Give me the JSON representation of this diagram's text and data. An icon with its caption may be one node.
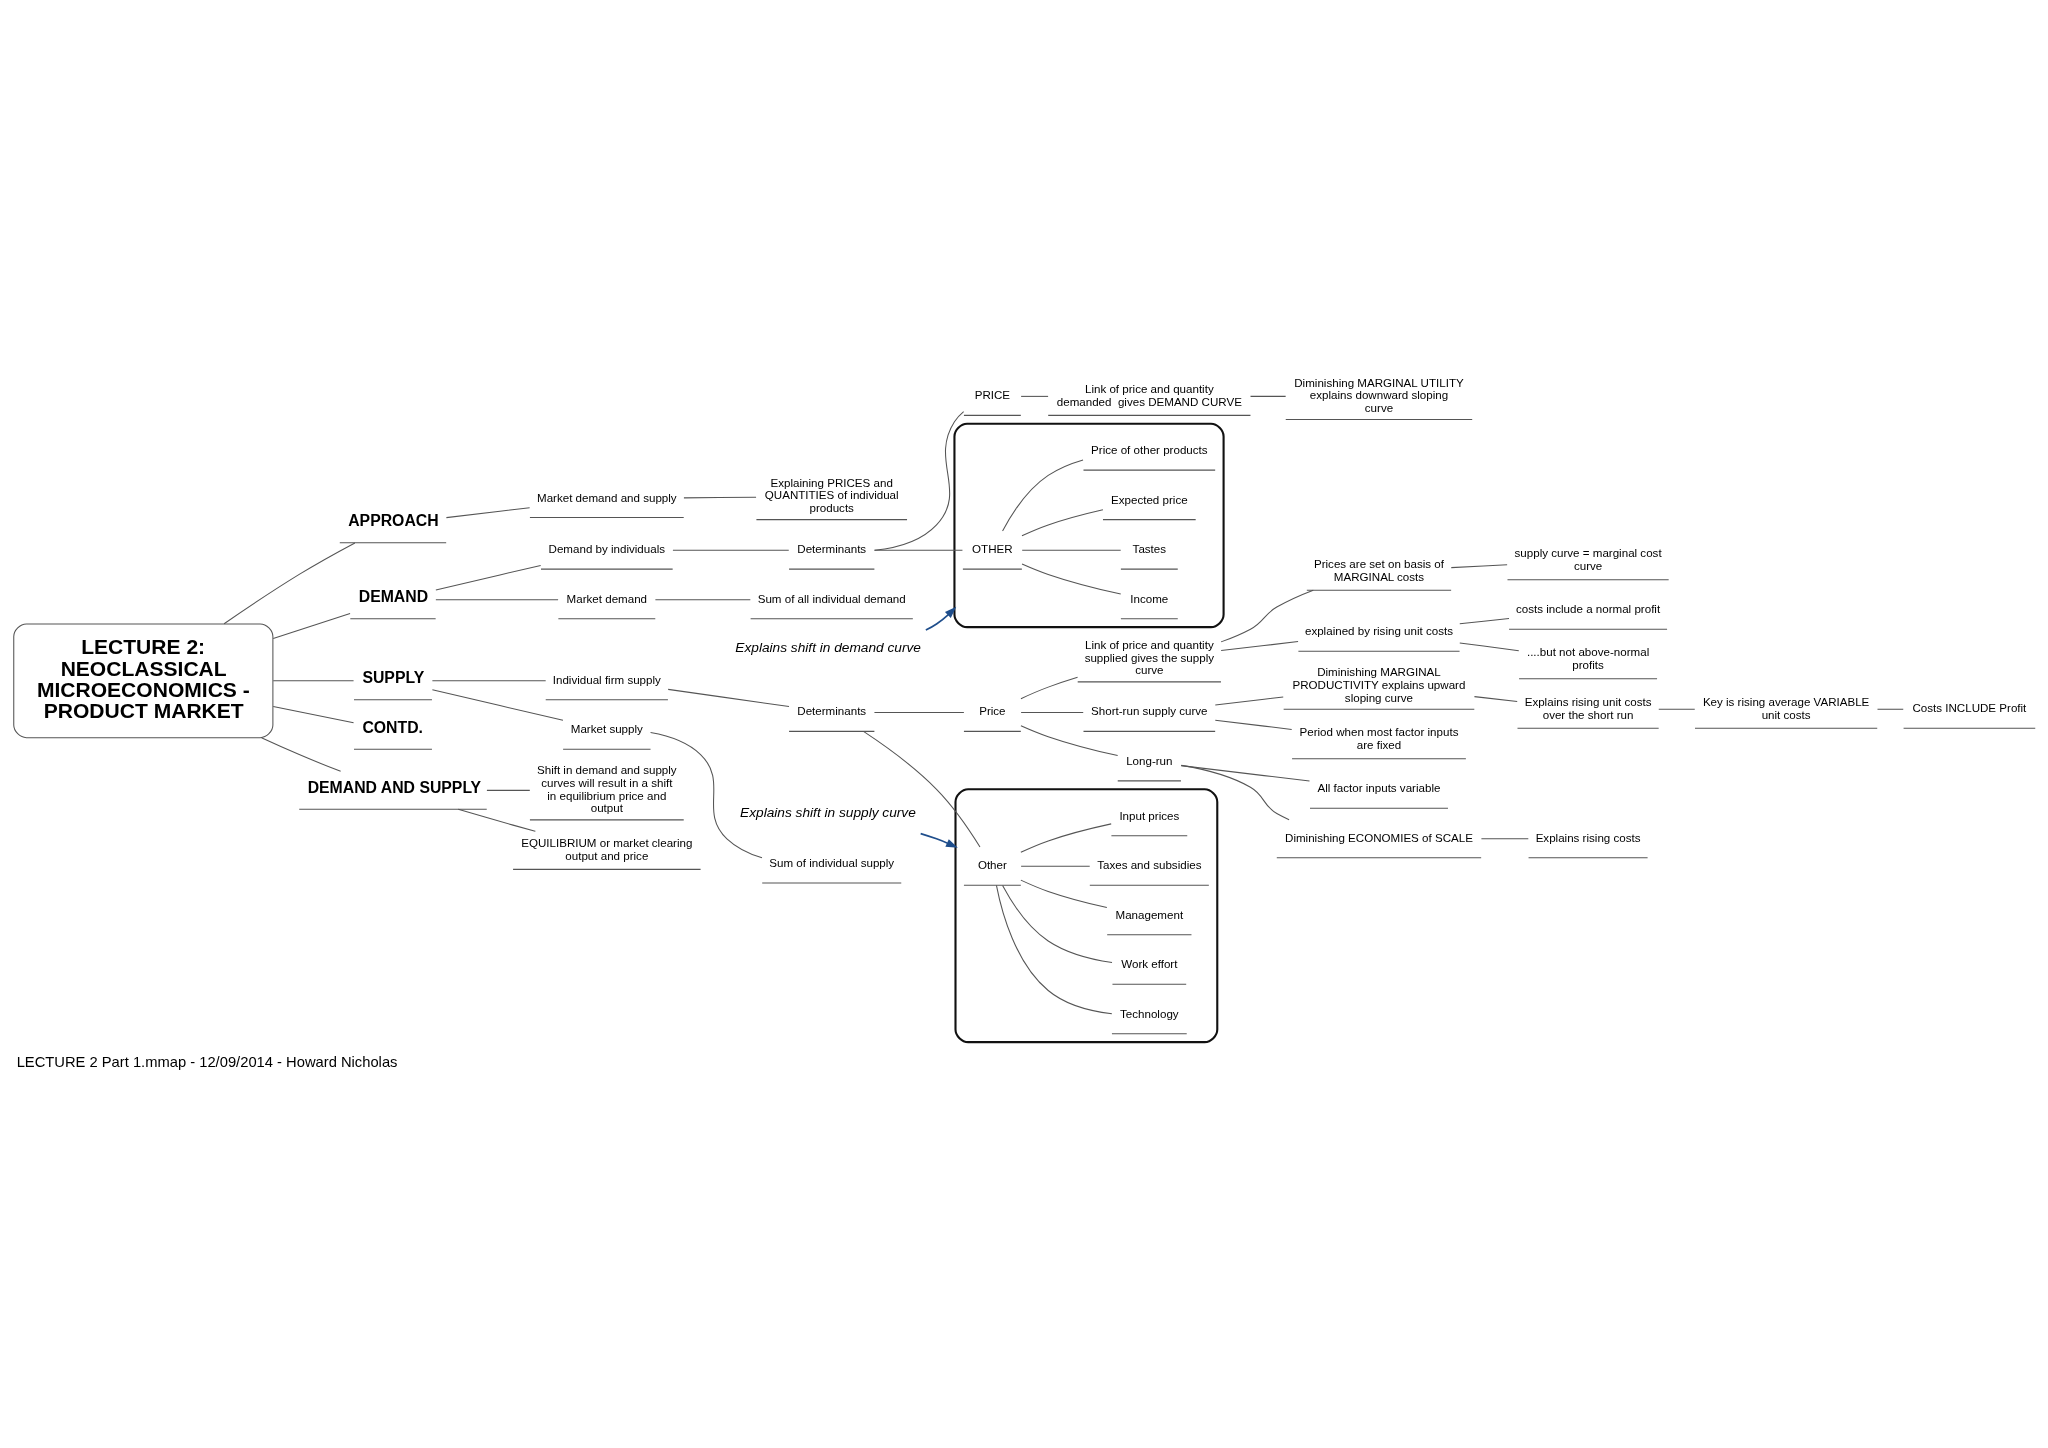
{
  "diagram": {
    "caption": "LECTURE 2 Part 1.mmap - 12/09/2014 - Howard Nicholas",
    "nodes": [
      {
        "text": [
          "LECTURE 2: NEOCLASSICAL MICROECONOMICS - PRODUCT MARKET"
        ]
      },
      {
        "text": [
          "APPROACH"
        ]
      },
      {
        "text": [
          "Market demand and supply"
        ]
      },
      {
        "text": [
          "Explaining PRICES and QUANTITIES of individual products"
        ]
      },
      {
        "text": [
          "DEMAND"
        ]
      },
      {
        "text": [
          "Market demand"
        ]
      },
      {
        "text": [
          "Sum of all individual demand"
        ]
      },
      {
        "text": [
          "Demand by individuals"
        ]
      },
      {
        "text": [
          "Determinants"
        ]
      },
      {
        "text": [
          "PRICE"
        ]
      },
      {
        "text": [
          "Link of price and quantity demanded  gives DEMAND CURVE"
        ]
      },
      {
        "text": [
          "Diminishing MARGINAL UTILITY explains downward sloping curve"
        ]
      },
      {
        "text": [],
        "shape": "box"
      },
      {
        "text": [
          "OTHER"
        ],
        "in": 12
      },
      {
        "text": [
          "Income"
        ],
        "in": 12
      },
      {
        "text": [
          "Tastes"
        ],
        "in": 12
      },
      {
        "text": [
          "Expected price"
        ],
        "in": 12
      },
      {
        "text": [
          "Price of other products"
        ],
        "in": 12
      },
      {
        "text": [
          "Explains shift in demand curve"
        ]
      },
      {
        "text": [
          "SUPPLY"
        ]
      },
      {
        "text": [
          "Market supply"
        ]
      },
      {
        "text": [
          "Sum of individual supply"
        ]
      },
      {
        "text": [
          "Individual firm supply"
        ]
      },
      {
        "text": [
          "Determinants"
        ]
      },
      {
        "text": [
          "Price"
        ]
      },
      {
        "text": [
          "Link of price and quantity supplied gives the supply curve"
        ]
      },
      {
        "text": [
          "explained by rising unit costs"
        ]
      },
      {
        "text": [
          "costs include a normal profit"
        ]
      },
      {
        "text": [
          "....but not above-normal profits"
        ]
      },
      {
        "text": [
          "Prices are set on basis of MARGINAL costs"
        ]
      },
      {
        "text": [
          "supply curve = marginal cost curve"
        ]
      },
      {
        "text": [
          "Short-run supply curve"
        ]
      },
      {
        "text": [
          "Period when most factor inputs are fixed"
        ]
      },
      {
        "text": [
          "Diminishing MARGINAL PRODUCTIVITY explains upward sloping curve"
        ]
      },
      {
        "text": [
          "Explains rising unit costs over the short run"
        ]
      },
      {
        "text": [
          "Key is rising average VARIABLE unit costs"
        ]
      },
      {
        "text": [
          "Costs INCLUDE Profit"
        ]
      },
      {
        "text": [
          "Long-run"
        ]
      },
      {
        "text": [
          "Diminishing ECONOMIES of SCALE"
        ]
      },
      {
        "text": [
          "Explains rising costs"
        ]
      },
      {
        "text": [
          "All factor inputs variable"
        ]
      },
      {
        "text": [],
        "shape": "box"
      },
      {
        "text": [
          "Other"
        ],
        "in": 41
      },
      {
        "text": [
          "Technology"
        ],
        "in": 41
      },
      {
        "text": [
          "Work effort"
        ],
        "in": 41
      },
      {
        "text": [
          "Management"
        ],
        "in": 41
      },
      {
        "text": [
          "Taxes and subsidies"
        ],
        "in": 41
      },
      {
        "text": [
          "Input prices"
        ],
        "in": 41
      },
      {
        "text": [
          "Explains shift in supply curve"
        ]
      },
      {
        "text": [
          "CONTD."
        ]
      },
      {
        "text": [
          "DEMAND AND SUPPLY"
        ]
      },
      {
        "text": [
          "EQUILIBRIUM or market clearing output and price"
        ]
      },
      {
        "text": [
          "Shift in demand and supply curves will result in a shift in equilibrium price and output"
        ]
      }
    ],
    "edges": [
      {
        "from": 0,
        "to": 1,
        "arrow": "none"
      },
      {
        "from": 1,
        "to": 2,
        "arrow": "none"
      },
      {
        "from": 2,
        "to": 3,
        "arrow": "none"
      },
      {
        "from": 0,
        "to": 4,
        "arrow": "none"
      },
      {
        "from": 4,
        "to": 5,
        "arrow": "none"
      },
      {
        "from": 5,
        "to": 6,
        "arrow": "none"
      },
      {
        "from": 4,
        "to": 7,
        "arrow": "none"
      },
      {
        "from": 7,
        "to": 8,
        "arrow": "none"
      },
      {
        "from": 8,
        "to": 9,
        "arrow": "none"
      },
      {
        "from": 9,
        "to": 10,
        "arrow": "none"
      },
      {
        "from": 10,
        "to": 11,
        "arrow": "none"
      },
      {
        "from": 8,
        "to": 13,
        "arrow": "none"
      },
      {
        "from": 13,
        "to": 14,
        "arrow": "none"
      },
      {
        "from": 13,
        "to": 15,
        "arrow": "none"
      },
      {
        "from": 13,
        "to": 16,
        "arrow": "none"
      },
      {
        "from": 13,
        "to": 17,
        "arrow": "none"
      },
      {
        "from": 18,
        "to": 12,
        "arrow": "to",
        "color": "#1f4e8c"
      },
      {
        "from": 0,
        "to": 19,
        "arrow": "none"
      },
      {
        "from": 19,
        "to": 20,
        "arrow": "none"
      },
      {
        "from": 20,
        "to": 21,
        "arrow": "none"
      },
      {
        "from": 19,
        "to": 22,
        "arrow": "none"
      },
      {
        "from": 22,
        "to": 23,
        "arrow": "none"
      },
      {
        "from": 23,
        "to": 24,
        "arrow": "none"
      },
      {
        "from": 24,
        "to": 25,
        "arrow": "none"
      },
      {
        "from": 25,
        "to": 26,
        "arrow": "none"
      },
      {
        "from": 26,
        "to": 27,
        "arrow": "none"
      },
      {
        "from": 26,
        "to": 28,
        "arrow": "none"
      },
      {
        "from": 25,
        "to": 29,
        "arrow": "none"
      },
      {
        "from": 29,
        "to": 30,
        "arrow": "none"
      },
      {
        "from": 24,
        "to": 31,
        "arrow": "none"
      },
      {
        "from": 31,
        "to": 32,
        "arrow": "none"
      },
      {
        "from": 31,
        "to": 33,
        "arrow": "none"
      },
      {
        "from": 33,
        "to": 34,
        "arrow": "none"
      },
      {
        "from": 34,
        "to": 35,
        "arrow": "none"
      },
      {
        "from": 35,
        "to": 36,
        "arrow": "none"
      },
      {
        "from": 24,
        "to": 37,
        "arrow": "none"
      },
      {
        "from": 37,
        "to": 38,
        "arrow": "none"
      },
      {
        "from": 38,
        "to": 39,
        "arrow": "none"
      },
      {
        "from": 37,
        "to": 40,
        "arrow": "none"
      },
      {
        "from": 23,
        "to": 42,
        "arrow": "none"
      },
      {
        "from": 42,
        "to": 43,
        "arrow": "none"
      },
      {
        "from": 42,
        "to": 44,
        "arrow": "none"
      },
      {
        "from": 42,
        "to": 45,
        "arrow": "none"
      },
      {
        "from": 42,
        "to": 46,
        "arrow": "none"
      },
      {
        "from": 42,
        "to": 47,
        "arrow": "none"
      },
      {
        "from": 48,
        "to": 41,
        "arrow": "to",
        "color": "#1f4e8c"
      },
      {
        "from": 0,
        "to": 49,
        "arrow": "none"
      },
      {
        "from": 0,
        "to": 50,
        "arrow": "none"
      },
      {
        "from": 50,
        "to": 51,
        "arrow": "none"
      },
      {
        "from": 50,
        "to": 52,
        "arrow": "none"
      }
    ]
  }
}
